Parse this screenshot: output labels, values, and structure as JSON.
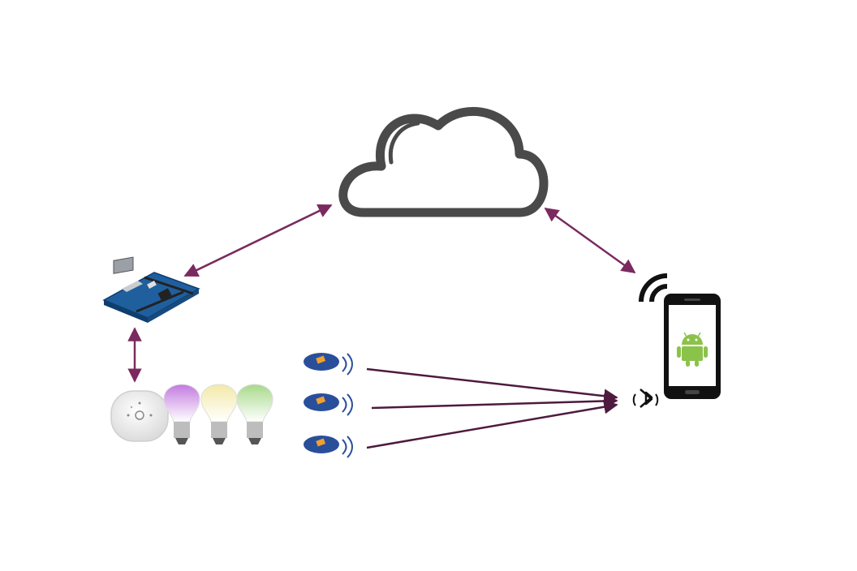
{
  "diagram": {
    "nodes": [
      {
        "id": "cloud",
        "icon": "cloud-icon"
      },
      {
        "id": "arduino-board",
        "icon": "arduino-ethernet-board-icon"
      },
      {
        "id": "hue-bridge",
        "icon": "hue-bridge-icon"
      },
      {
        "id": "hue-bulbs",
        "icon": "smart-bulb-icon",
        "colors": [
          "#b66fd6",
          "#f1e6a6",
          "#a6d58a"
        ]
      },
      {
        "id": "ble-beacons",
        "icon": "ble-beacon-icon",
        "count": 3
      },
      {
        "id": "smartphone",
        "icon": "android-smartphone-icon"
      },
      {
        "id": "bluetooth",
        "icon": "bluetooth-icon"
      },
      {
        "id": "wifi",
        "icon": "wifi-signal-icon"
      }
    ],
    "edges": [
      {
        "from": "arduino-board",
        "to": "cloud",
        "direction": "both"
      },
      {
        "from": "cloud",
        "to": "smartphone",
        "direction": "both"
      },
      {
        "from": "arduino-board",
        "to": "hue-bridge",
        "direction": "both"
      },
      {
        "from": "ble-beacons",
        "to": "bluetooth",
        "direction": "forward"
      }
    ],
    "colors": {
      "arrow": "#7a2a5e",
      "beacon_arrow": "#4e1a3e",
      "cloud_stroke": "#4a4a4a",
      "beacon_blue": "#2a4f9a",
      "android_green": "#8bc34a",
      "board_blue": "#1f5f9e"
    }
  }
}
